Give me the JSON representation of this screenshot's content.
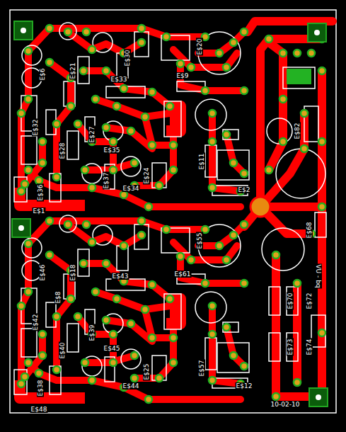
{
  "diagram": {
    "labels": [
      "E$6",
      "E$21",
      "E$30",
      "E$33",
      "E$20",
      "E$9",
      "E$32",
      "E$28",
      "E$27",
      "E$35",
      "E$37",
      "E$34",
      "E$24",
      "E$11",
      "E$2",
      "E$36",
      "E$1",
      "E$46",
      "E$18",
      "E$43",
      "E$55",
      "E$61",
      "E$8",
      "E$42",
      "E$40",
      "E$39",
      "E$45",
      "E$25",
      "E$44",
      "E$57",
      "E$12",
      "E$38",
      "E$48",
      "E$82",
      "E$68",
      "E$70",
      "E$72",
      "E$73",
      "E$74",
      "VU - bq",
      "10-02-10"
    ]
  }
}
